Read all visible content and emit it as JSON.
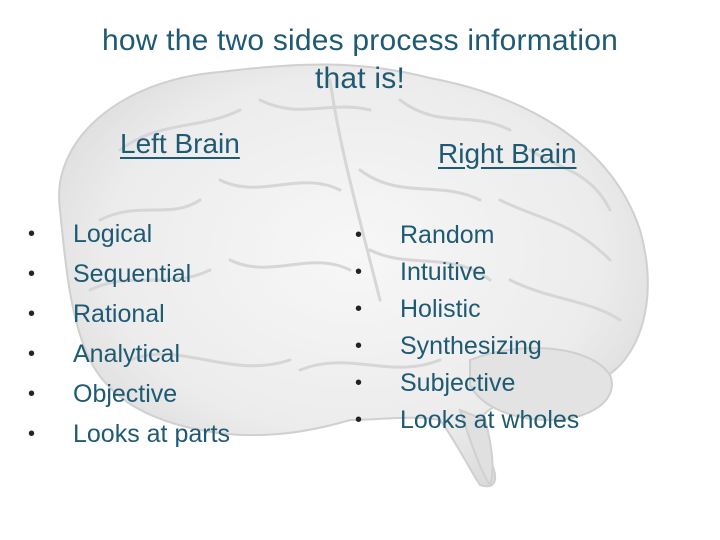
{
  "title": {
    "line1": "how the two sides process information",
    "line2": "that is!"
  },
  "left": {
    "heading": "Left Brain",
    "items": [
      "Logical",
      "Sequential",
      "Rational",
      "Analytical",
      "Objective",
      "Looks at parts"
    ]
  },
  "right": {
    "heading": "Right Brain",
    "items": [
      "Random",
      "Intuitive",
      "Holistic",
      "Synthesizing",
      "Subjective",
      "Looks at wholes"
    ]
  },
  "bullet_glyph": "•",
  "background_image": "brain-image",
  "colors": {
    "text": "#1f5a73",
    "bullet": "#222222"
  }
}
